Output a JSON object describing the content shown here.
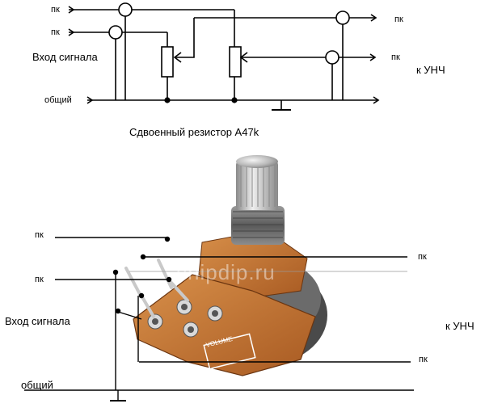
{
  "schematic": {
    "inputs_left": [
      "пк",
      "пк"
    ],
    "signal_input": "Вход сигнала",
    "common": "общий",
    "outputs_right": [
      "пк",
      "пк"
    ],
    "to_amp": "к УНЧ",
    "caption": "Сдвоенный резистор  А47k"
  },
  "photo": {
    "wire_labels": [
      "пк",
      "пк",
      "пк",
      "пк"
    ],
    "signal_input": "Вход сигнала",
    "to_amp": "к УНЧ",
    "common": "общий",
    "watermark": "chipdip.ru",
    "component_marking": "VOLUME"
  }
}
